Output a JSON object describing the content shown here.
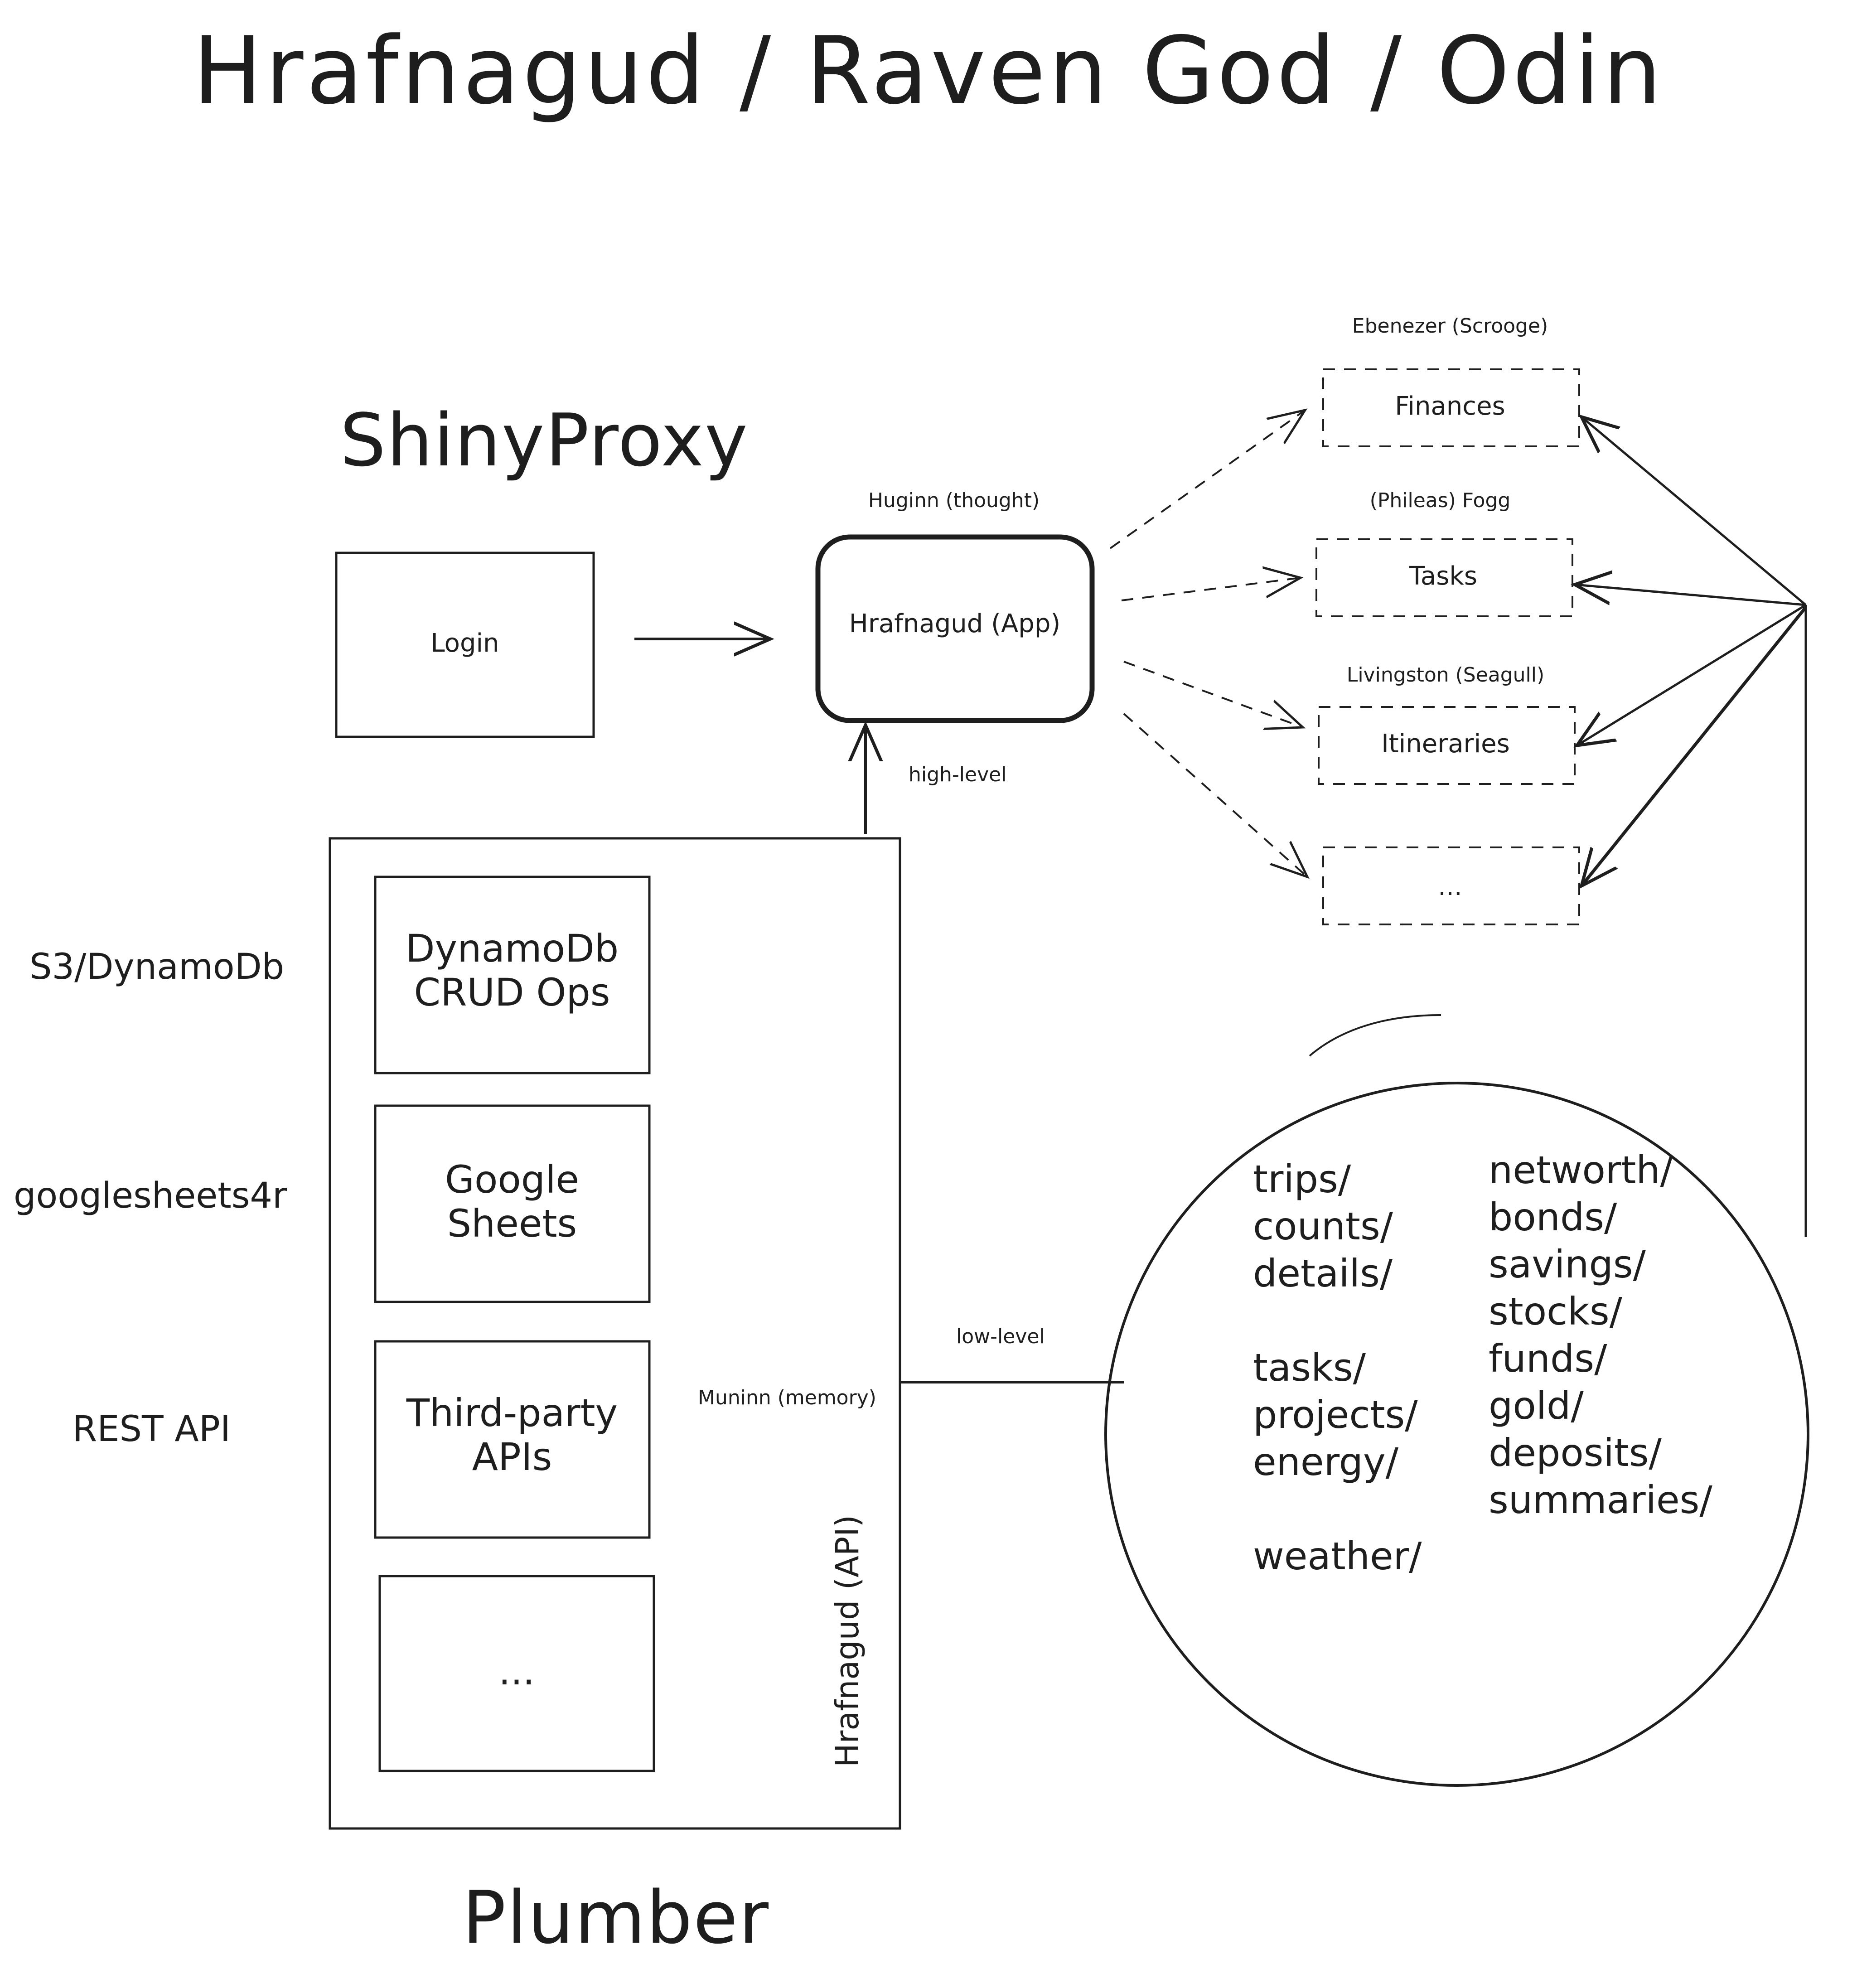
{
  "title": "Hrafnagud / Raven God / Odin",
  "sections": {
    "shinyproxy": "ShinyProxy",
    "plumber": "Plumber"
  },
  "login_box": {
    "label": "Login"
  },
  "app_box": {
    "caption": "Huginn (thought)",
    "label": "Hrafnagud (App)"
  },
  "arrow_labels": {
    "high_level": "high-level",
    "low_level": "low-level"
  },
  "modules": [
    {
      "caption": "Ebenezer (Scrooge)",
      "label": "Finances"
    },
    {
      "caption": "(Phileas) Fogg",
      "label": "Tasks"
    },
    {
      "caption": "Livingston (Seagull)",
      "label": "Itineraries"
    },
    {
      "caption": "",
      "label": "..."
    }
  ],
  "api_container": {
    "caption": "Muninn (memory)",
    "vertical_label": "Hrafnagud (API)",
    "boxes": [
      {
        "label": "DynamoDb CRUD Ops",
        "side_label": "S3/DynamoDb"
      },
      {
        "label": "Google Sheets",
        "side_label": "googlesheets4r"
      },
      {
        "label": "Third-party APIs",
        "side_label": "REST API"
      },
      {
        "label": "...",
        "side_label": ""
      }
    ]
  },
  "endpoints": {
    "left_column": [
      "trips/",
      "counts/",
      "details/",
      "",
      "tasks/",
      "projects/",
      "energy/",
      "",
      "weather/"
    ],
    "right_column": [
      "networth/",
      "bonds/",
      "savings/",
      "stocks/",
      "funds/",
      "gold/",
      "deposits/",
      "summaries/"
    ]
  }
}
